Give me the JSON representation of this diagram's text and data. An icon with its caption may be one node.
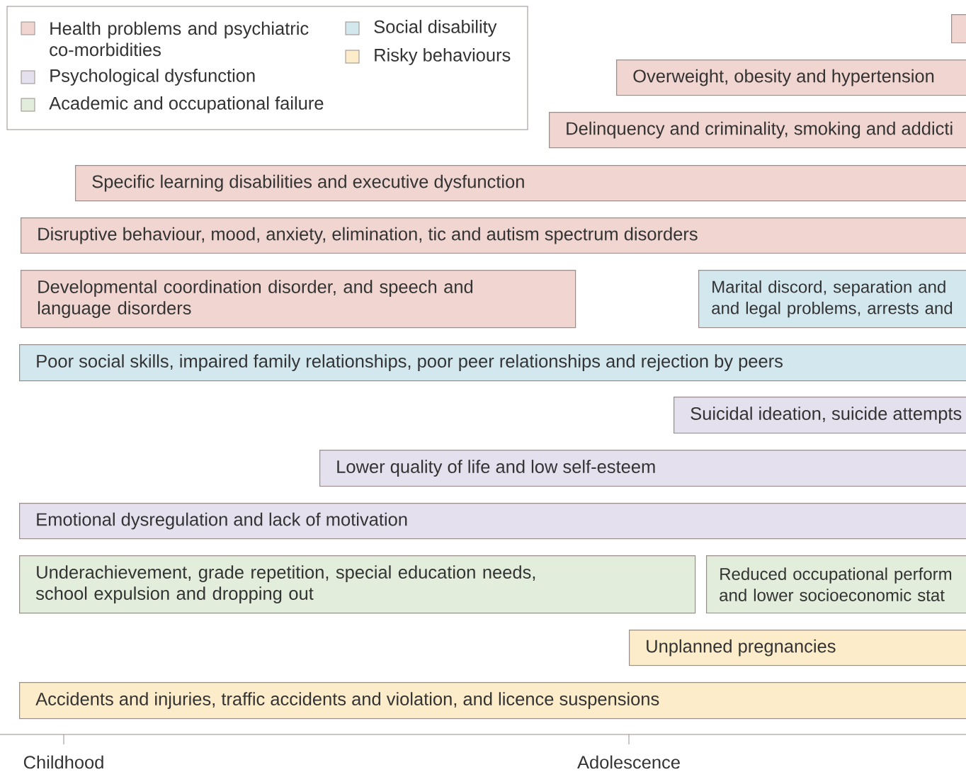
{
  "diagram": {
    "nodes": [
      {
        "text": [],
        "shape": "box"
      },
      {
        "text": [
          "Overweight, obesity and hypertension"
        ]
      },
      {
        "text": [
          "Delinquency and criminality, smoking and addicti"
        ]
      },
      {
        "text": [
          "Specific learning disabilities and executive dysfunction"
        ]
      },
      {
        "text": [
          "Disruptive behaviour, mood, anxiety, elimination, tic and autism spectrum disorders"
        ]
      },
      {
        "text": [
          "Developmental coordination disorder, and speech and language disorders"
        ]
      },
      {
        "text": [
          "Marital discord, separation and and legal problems, arrests and"
        ]
      },
      {
        "text": [
          "Poor social skills, impaired family relationships, poor peer relationships and rejection by peers"
        ]
      },
      {
        "text": [
          "Suicidal ideation, suicide attempts"
        ]
      },
      {
        "text": [
          "Lower quality of life and low self-esteem"
        ]
      },
      {
        "text": [
          "Emotional dysregulation and lack of motivation"
        ]
      },
      {
        "text": [
          "Underachievement, grade repetition, special education needs, school expulsion and dropping out"
        ]
      },
      {
        "text": [
          "Reduced occupational perform and lower socioeconomic stat"
        ]
      },
      {
        "text": [
          "Unplanned pregnancies"
        ]
      },
      {
        "text": [
          "Accidents and injuries, traffic accidents and violation, and licence suspensions"
        ]
      }
    ],
    "labels": [
      "Childhood",
      "Adolescence"
    ],
    "legend": [
      {
        "text": "Health problems and psychiatric co-morbidities",
        "color": "#f0d5d0"
      },
      {
        "text": "Psychological dysfunction",
        "color": "#e4e0ed"
      },
      {
        "text": "Academic and occupational failure",
        "color": "#e3eddc"
      },
      {
        "text": "Social disability",
        "color": "#d3e7ef"
      },
      {
        "text": "Risky behaviours",
        "color": "#fcecc9"
      }
    ]
  }
}
